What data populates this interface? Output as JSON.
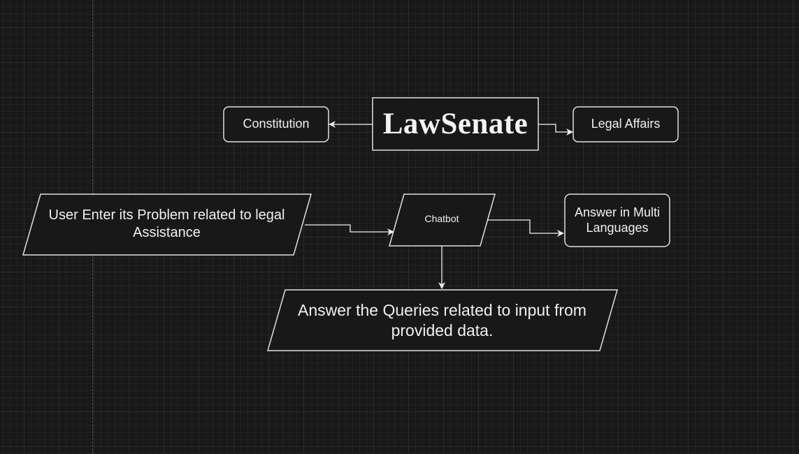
{
  "diagram": {
    "title": "LawSenate",
    "nodes": {
      "constitution": "Constitution",
      "legal_affairs": "Legal Affairs",
      "user_input": "User Enter its Problem related to legal\nAssistance",
      "chatbot": "Chatbot",
      "multi_language": "Answer in Multi\nLanguages",
      "answer_queries": "Answer the Queries related to input from\nprovided data."
    },
    "edges": [
      {
        "from": "LawSenate",
        "to": "Constitution"
      },
      {
        "from": "LawSenate",
        "to": "Legal Affairs"
      },
      {
        "from": "User Enter its Problem related to legal Assistance",
        "to": "Chatbot"
      },
      {
        "from": "Chatbot",
        "to": "Answer in Multi Languages"
      },
      {
        "from": "Chatbot",
        "to": "Answer the Queries related to input from provided data."
      }
    ]
  }
}
